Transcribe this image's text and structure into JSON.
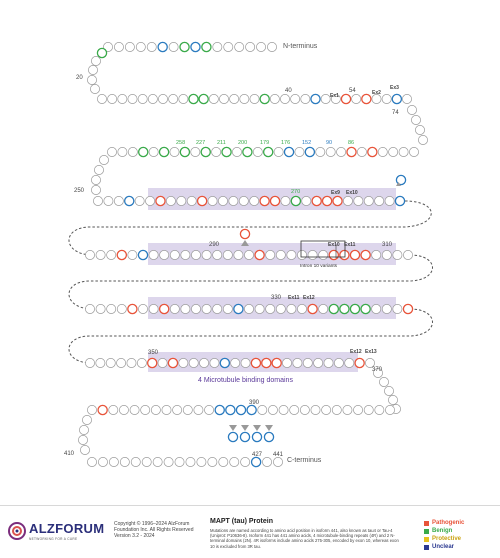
{
  "diagram": {
    "n_terminus_label": "N-terminus",
    "c_terminus_label": "C-terminus",
    "mtbd_label": "4 Microtubule binding domains",
    "intron_label": "Intron 10 variants",
    "exon_labels": [
      "Ex1",
      "Ex2",
      "Ex3",
      "Ex9",
      "Ex10",
      "Ex10",
      "Ex11",
      "Ex11",
      "Ex12",
      "Ex12",
      "Ex13"
    ],
    "position_labels": [
      "20",
      "40",
      "54",
      "74",
      "250",
      "290",
      "310",
      "330",
      "350",
      "370",
      "390",
      "410",
      "427",
      "441"
    ],
    "variant_numbers": [
      "258",
      "227",
      "211",
      "200",
      "179",
      "176",
      "152",
      "90",
      "86",
      "270"
    ]
  },
  "footer": {
    "org": "ALZFORUM",
    "tagline": "NETWORKING FOR A CURE",
    "copyright": "Copyright © 1996–2024 AlzForum Foundation Inc. All Rights Reserved Version 3.2 - 2024",
    "title": "MAPT (tau) Protein",
    "description": "Mutations are named according to amino acid position in isoform 441, also known as tau4 or Tau-4 (Uniprot: P10636-8). Isoform 441 has 441 amino acids, 4 microtubule-binding repeats (4R) and 2 N-terminal domains (2N). 4R isoforms include amino acids 275-305, encoded by exon 10, whereas exon 10 is excluded from 3R tau."
  },
  "legend": [
    {
      "label": "Pathogenic",
      "color": "#e8543a"
    },
    {
      "label": "Benign",
      "color": "#3aaa4a"
    },
    {
      "label": "Protective",
      "color": "#e7c21f"
    },
    {
      "label": "Unclear",
      "color": "#2b3990"
    }
  ],
  "colors": {
    "pathogenic": "#e8543a",
    "benign": "#3aaa4a",
    "unclear": "#2b7bbf",
    "band": "#ddd6ec"
  }
}
